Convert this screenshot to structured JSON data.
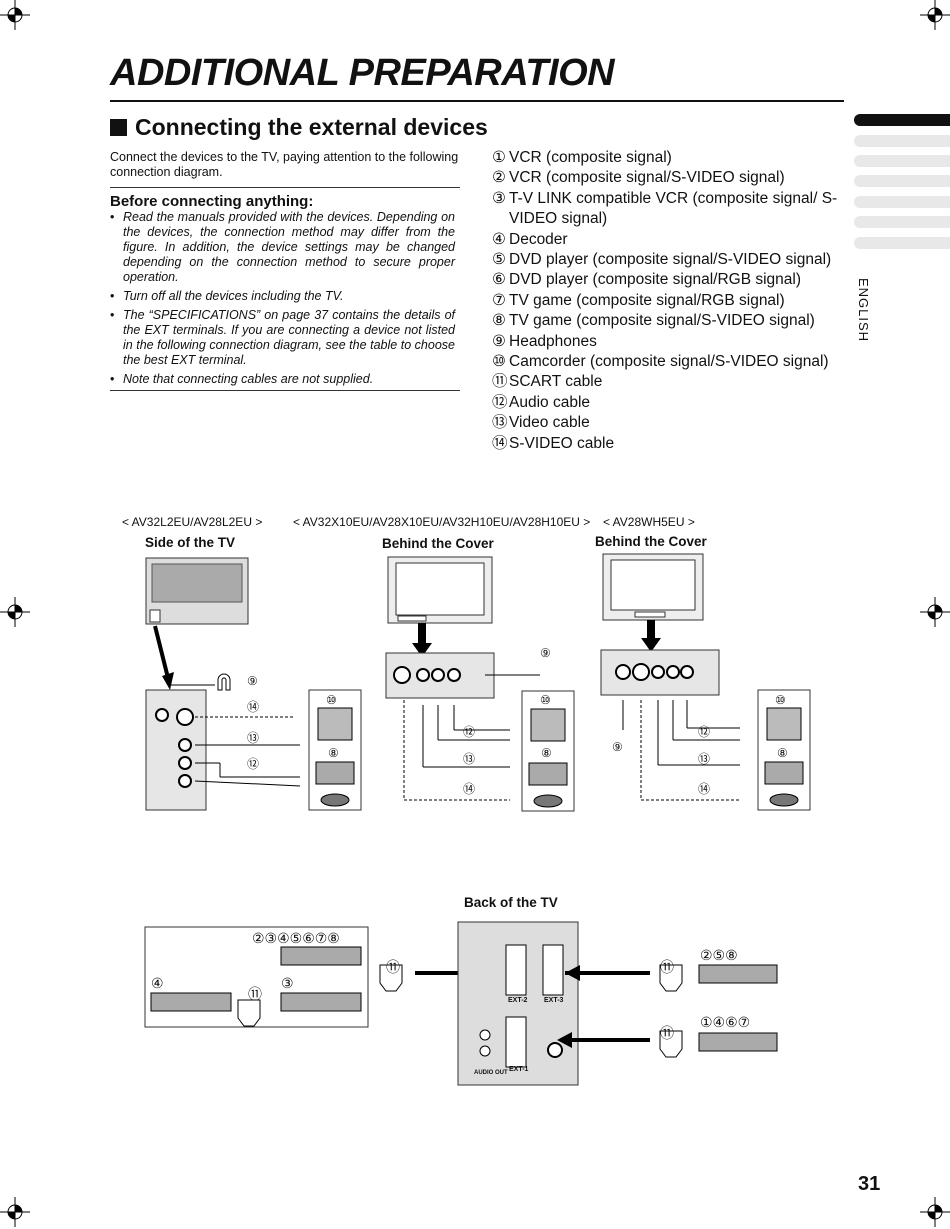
{
  "page": {
    "title": "ADDITIONAL PREPARATION",
    "section_title": "Connecting the external devices",
    "intro": "Connect the devices to the TV, paying attention to the following connection diagram.",
    "before_heading": "Before connecting anything:",
    "bullets": [
      "Read the manuals provided with the devices. Depending on the devices, the connection method may differ from the figure. In addition, the device settings may be changed depending on the connection method to secure proper operation.",
      "Turn off all the devices including the TV.",
      "The “SPECIFICATIONS” on page 37 contains the details of the EXT terminals. If you are connecting a device not listed in the following connection diagram, see the table to choose the best EXT terminal.",
      "Note that connecting cables are not supplied."
    ],
    "devices": [
      {
        "num": "①",
        "label": "VCR (composite signal)"
      },
      {
        "num": "②",
        "label": "VCR (composite signal/S-VIDEO signal)"
      },
      {
        "num": "③",
        "label": "T-V LINK compatible VCR (composite signal/ S-VIDEO signal)"
      },
      {
        "num": "④",
        "label": "Decoder"
      },
      {
        "num": "⑤",
        "label": "DVD player (composite signal/S-VIDEO signal)"
      },
      {
        "num": "⑥",
        "label": "DVD player (composite signal/RGB signal)"
      },
      {
        "num": "⑦",
        "label": "TV game (composite signal/RGB signal)"
      },
      {
        "num": "⑧",
        "label": "TV game (composite signal/S-VIDEO signal)"
      },
      {
        "num": "⑨",
        "label": "Headphones"
      },
      {
        "num": "⑩",
        "label": "Camcorder (composite signal/S-VIDEO signal)"
      },
      {
        "num": "⑪",
        "label": "SCART cable"
      },
      {
        "num": "⑫",
        "label": "Audio cable"
      },
      {
        "num": "⑬",
        "label": "Video cable"
      },
      {
        "num": "⑭",
        "label": "S-VIDEO cable"
      }
    ],
    "side_language": "ENGLISH",
    "page_number": "31"
  },
  "diagrams": {
    "model1": "< AV32L2EU/AV28L2EU >",
    "model2": "< AV32X10EU/AV28X10EU/AV32H10EU/AV28H10EU >",
    "model3": "< AV28WH5EU >",
    "label1": "Side of the TV",
    "label2": "Behind the Cover",
    "label3": "Behind the Cover",
    "back_label": "Back of the TV",
    "group_nums": "②③④⑤⑥⑦⑧",
    "num_4": "④",
    "num_3": "③",
    "num_11": "⑪",
    "num_258": "②⑤⑧",
    "num_1467": "①④⑥⑦",
    "ext2": "EXT-2",
    "ext3": "EXT-3",
    "ext1": "EXT-1",
    "audio_out": "AUDIO OUT",
    "n9": "⑨",
    "n10": "⑩",
    "n8": "⑧",
    "n12": "⑫",
    "n13": "⑬",
    "n14": "⑭"
  }
}
